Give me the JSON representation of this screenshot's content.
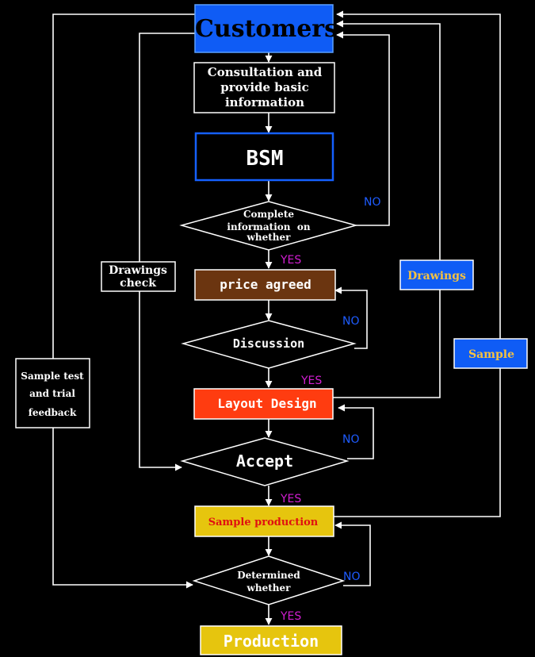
{
  "colors": {
    "background": "#000000",
    "line": "#ffffff",
    "customers": "#0f5cf5",
    "bsm_border": "#1560ff",
    "price": "#6b3510",
    "layout": "#ff3c10",
    "yellow": "#e6c50e",
    "side_blue": "#0f5cf5",
    "side_text": "#f5c242",
    "no_text": "#1e5cff",
    "yes_text": "#d21ed2",
    "red_text": "#e01010"
  },
  "nodes": {
    "customers": "Customers",
    "consultation": [
      "Consultation and",
      "provide basic",
      "information"
    ],
    "bsm": "BSM",
    "complete_info": [
      "Complete",
      "information  on",
      "whether"
    ],
    "price_agreed": "price agreed",
    "discussion": "Discussion",
    "layout_design": "Layout Design",
    "accept": "Accept",
    "sample_production": "Sample production",
    "determined": [
      "Determined",
      "whether"
    ],
    "production": "Production"
  },
  "side_labels": {
    "drawings_check": [
      "Drawings",
      "check"
    ],
    "sample_test": [
      "Sample test",
      "and trial",
      "feedback"
    ],
    "drawings": "Drawings",
    "sample": "Sample"
  },
  "edge_labels": {
    "yes": "YES",
    "no": "NO"
  }
}
